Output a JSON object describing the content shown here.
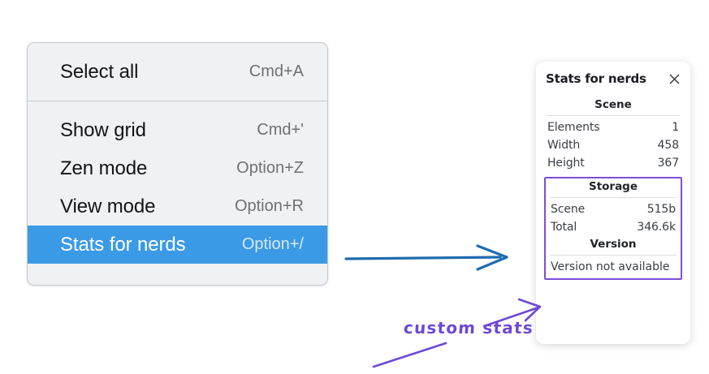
{
  "context_menu": {
    "groups": [
      {
        "name": "primary",
        "items": [
          {
            "label": "Select all",
            "shortcut": "Cmd+A",
            "selected": false
          }
        ]
      },
      {
        "name": "view",
        "items": [
          {
            "label": "Show grid",
            "shortcut": "Cmd+'",
            "selected": false
          },
          {
            "label": "Zen mode",
            "shortcut": "Option+Z",
            "selected": false
          },
          {
            "label": "View mode",
            "shortcut": "Option+R",
            "selected": false
          },
          {
            "label": "Stats for nerds",
            "shortcut": "Option+/",
            "selected": true
          }
        ]
      }
    ],
    "selected_label": "Stats for nerds",
    "selected_shortcut": "Option+/",
    "highlight_color": "#3b9ae6",
    "background_color": "#f0f1f3"
  },
  "stats_panel": {
    "title": "Stats for nerds",
    "close_icon": "close-icon",
    "sections": [
      {
        "title": "Scene",
        "highlighted": false,
        "rows": [
          {
            "key": "Elements",
            "value": "1"
          },
          {
            "key": "Width",
            "value": "458"
          },
          {
            "key": "Height",
            "value": "367"
          }
        ]
      },
      {
        "title": "Storage",
        "highlighted": true,
        "rows": [
          {
            "key": "Scene",
            "value": "515b"
          },
          {
            "key": "Total",
            "value": "346.6k"
          }
        ]
      },
      {
        "title": "Version",
        "highlighted": true,
        "full_rows": [
          "Version not available"
        ]
      }
    ],
    "highlight_border_color": "#7c4ddb"
  },
  "annotations": {
    "flow_arrow_color": "#1f6cb0",
    "callout_color": "#6d49d6",
    "callout_text": "custom stats"
  }
}
